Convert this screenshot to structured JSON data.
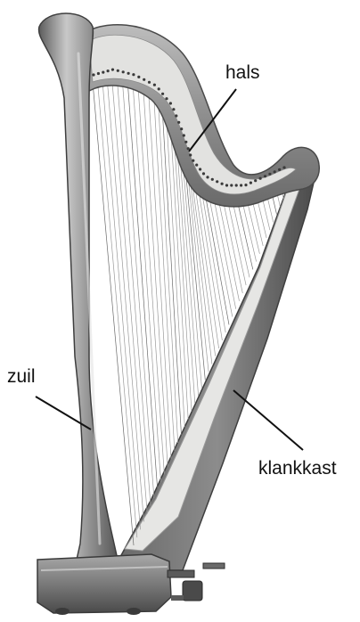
{
  "labels": {
    "neck": "hals",
    "column": "zuil",
    "soundboard": "klankkast"
  },
  "colors": {
    "background": "#ffffff",
    "metal_dark": "#6e6e6e",
    "metal_mid": "#9a9a9a",
    "metal_light": "#d6d6d6",
    "soundboard_face": "#e8e8e6",
    "string": "#8a8a8a",
    "leader_line": "#111111"
  }
}
